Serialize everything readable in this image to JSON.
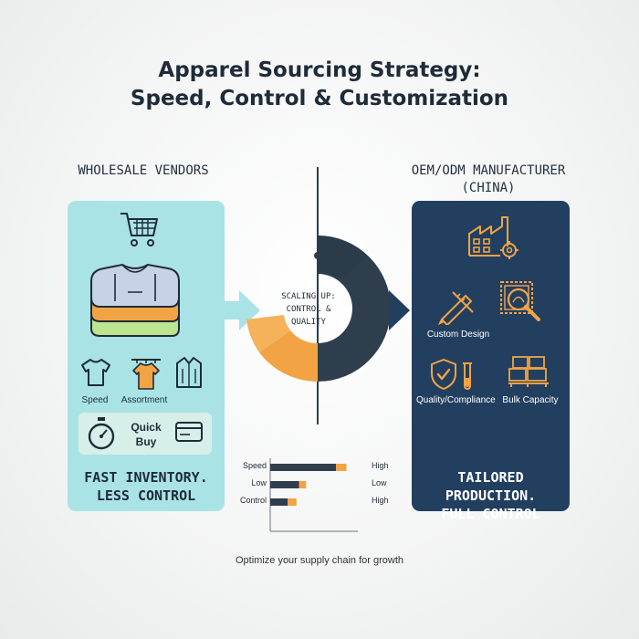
{
  "title": {
    "line1": "Apparel Sourcing Strategy:",
    "line2": "Speed, Control & Customization"
  },
  "wholesale": {
    "heading": "WHOLESALE VENDORS",
    "icons": [
      "shopping-cart-icon",
      "folded-clothes-icon",
      "tshirt-icon",
      "hanger-garments-icon",
      "jacket-icon",
      "stopwatch-icon",
      "credit-card-icon"
    ],
    "labels": {
      "speed": "Speed",
      "assortment": "Assortment",
      "quick_buy_line1": "Quick",
      "quick_buy_line2": "Buy"
    },
    "tagline_line1": "FAST INVENTORY.",
    "tagline_line2": "LESS CONTROL"
  },
  "center": {
    "label_line1": "SCALING UP:",
    "label_line2": "CONTROL & QUALITY"
  },
  "oem": {
    "heading_line1": "OEM/ODM MANUFACTURER",
    "heading_line2": "(CHINA)",
    "icons": [
      "factory-gear-icon",
      "ruler-pencil-icon",
      "fabric-magnifier-icon",
      "shield-check-icon",
      "test-tube-icon",
      "boxes-pallet-icon"
    ],
    "labels": {
      "custom_design": "Custom Design",
      "quality": "Quality/Compliance",
      "bulk": "Bulk Capacity"
    },
    "tagline_line1": "TAILORED PRODUCTION.",
    "tagline_line2": "FULL CONTROL"
  },
  "comparison_bars": [
    {
      "left_label": "Speed",
      "right_label": "High",
      "dark": 0.75,
      "orange": 0.12
    },
    {
      "left_label": "Low",
      "right_label": "Low",
      "dark": 0.33,
      "orange": 0.08
    },
    {
      "left_label": "Control",
      "right_label": "High",
      "dark": 0.2,
      "orange": 0.1
    }
  ],
  "colors": {
    "teal": "#a9e3e6",
    "navy": "#223f60",
    "orange": "#f2a444",
    "dark": "#2e3e4c",
    "green": "#bde48f"
  },
  "footer": "Optimize your supply chain for growth"
}
